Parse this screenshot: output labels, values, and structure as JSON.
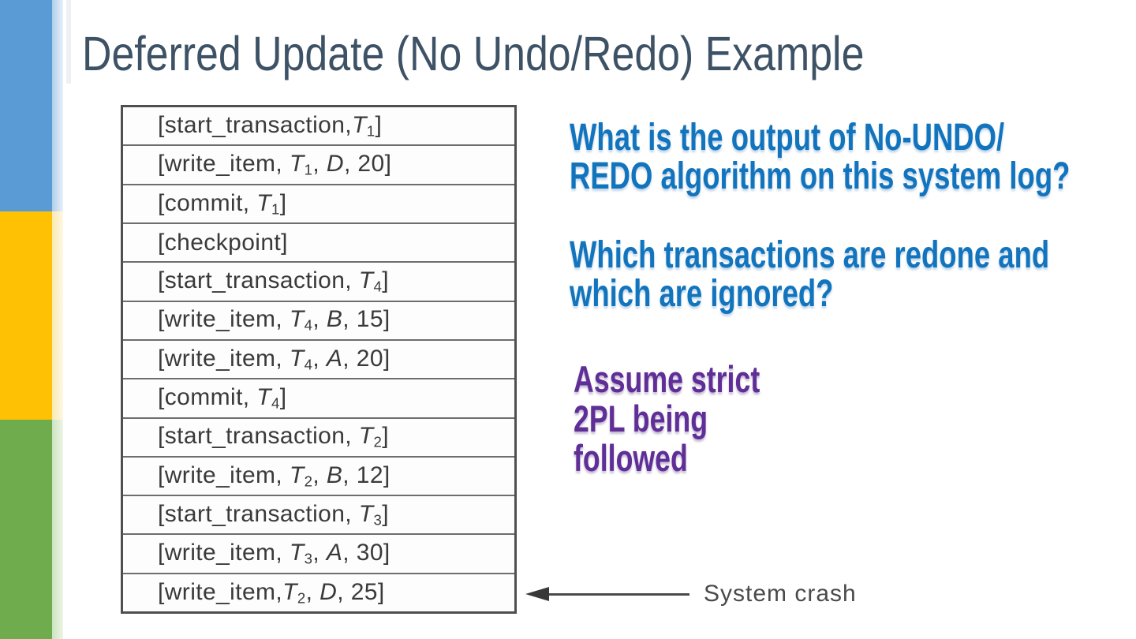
{
  "slide": {
    "title": "Deferred Update (No Undo/Redo) Example"
  },
  "log_table": {
    "rows": [
      {
        "parts": [
          {
            "text": "[start_transaction,"
          },
          {
            "text": "T",
            "italic": true
          },
          {
            "text": "1",
            "sub": true
          },
          {
            "text": "]"
          }
        ]
      },
      {
        "parts": [
          {
            "text": "[write_item, "
          },
          {
            "text": "T",
            "italic": true
          },
          {
            "text": "1",
            "sub": true
          },
          {
            "text": ", "
          },
          {
            "text": "D",
            "italic": true
          },
          {
            "text": ", 20]"
          }
        ]
      },
      {
        "parts": [
          {
            "text": "[commit, "
          },
          {
            "text": "T",
            "italic": true
          },
          {
            "text": "1",
            "sub": true
          },
          {
            "text": "]"
          }
        ]
      },
      {
        "parts": [
          {
            "text": "[checkpoint]"
          }
        ]
      },
      {
        "parts": [
          {
            "text": "[start_transaction, "
          },
          {
            "text": "T",
            "italic": true
          },
          {
            "text": "4",
            "sub": true
          },
          {
            "text": "]"
          }
        ]
      },
      {
        "parts": [
          {
            "text": "[write_item, "
          },
          {
            "text": "T",
            "italic": true
          },
          {
            "text": "4",
            "sub": true
          },
          {
            "text": ", "
          },
          {
            "text": "B",
            "italic": true
          },
          {
            "text": ", 15]"
          }
        ]
      },
      {
        "parts": [
          {
            "text": "[write_item, "
          },
          {
            "text": "T",
            "italic": true
          },
          {
            "text": "4",
            "sub": true
          },
          {
            "text": ", "
          },
          {
            "text": "A",
            "italic": true
          },
          {
            "text": ", 20]"
          }
        ]
      },
      {
        "parts": [
          {
            "text": "[commit, "
          },
          {
            "text": "T",
            "italic": true
          },
          {
            "text": "4",
            "sub": true
          },
          {
            "text": "]"
          }
        ]
      },
      {
        "parts": [
          {
            "text": "[start_transaction, "
          },
          {
            "text": "T",
            "italic": true
          },
          {
            "text": "2",
            "sub": true
          },
          {
            "text": "]"
          }
        ]
      },
      {
        "parts": [
          {
            "text": "[write_item, "
          },
          {
            "text": "T",
            "italic": true
          },
          {
            "text": "2",
            "sub": true
          },
          {
            "text": ", "
          },
          {
            "text": "B",
            "italic": true
          },
          {
            "text": ", 12]"
          }
        ]
      },
      {
        "parts": [
          {
            "text": "[start_transaction, "
          },
          {
            "text": "T",
            "italic": true
          },
          {
            "text": "3",
            "sub": true
          },
          {
            "text": "]"
          }
        ]
      },
      {
        "parts": [
          {
            "text": "[write_item, "
          },
          {
            "text": "T",
            "italic": true
          },
          {
            "text": "3",
            "sub": true
          },
          {
            "text": ", "
          },
          {
            "text": "A",
            "italic": true
          },
          {
            "text": ", 30]"
          }
        ]
      },
      {
        "parts": [
          {
            "text": "[write_item,"
          },
          {
            "text": "T",
            "italic": true
          },
          {
            "text": "2",
            "sub": true
          },
          {
            "text": ", "
          },
          {
            "text": "D",
            "italic": true
          },
          {
            "text": ", 25]"
          }
        ]
      }
    ]
  },
  "questions": [
    {
      "text": "What is the output of No-UNDO/\nREDO algorithm on this system log?"
    },
    {
      "text": "Which transactions are redone and\nwhich are ignored?"
    }
  ],
  "assumption": {
    "text": "Assume strict\n2PL being\nfollowed"
  },
  "crash": {
    "label": "System crash"
  },
  "colors": {
    "accent_bar_blue": "#5b9bd5",
    "accent_bar_yellow": "#ffc103",
    "accent_bar_green": "#6fac4d",
    "title_text": "#3e5266",
    "question_text": "#1274bd",
    "assumption_text": "#5f2e96",
    "table_text": "#3a3a3a",
    "crash_text": "#4a4a4a"
  }
}
